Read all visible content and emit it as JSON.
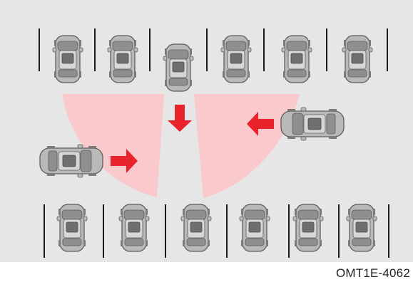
{
  "diagram_code": "OMT1E-4062",
  "colors": {
    "background": "#e6e6e6",
    "detection_zone": "#f9c9cc",
    "arrow": "#e8232c",
    "car_body": "#b9b9b9",
    "car_outline": "#5e5e5e",
    "parking_line": "#1a1a1a"
  },
  "scene": {
    "reversing_vehicle": {
      "direction": "reversing"
    },
    "cross_traffic": [
      {
        "side": "left",
        "direction": "toward-center"
      },
      {
        "side": "right",
        "direction": "toward-center"
      }
    ],
    "parked_rows": [
      {
        "row": "top",
        "cars": 5
      },
      {
        "row": "bottom",
        "cars": 6
      }
    ]
  }
}
